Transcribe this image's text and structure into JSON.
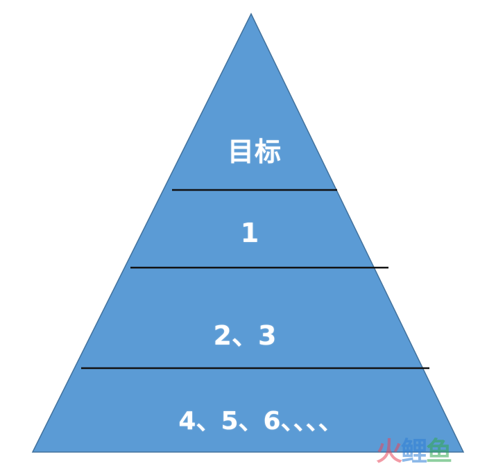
{
  "diagram": {
    "type": "pyramid",
    "fill_color": "#5b9bd5",
    "outline_color": "#41719c",
    "divider_color": "#111111",
    "levels": [
      {
        "label": "目标"
      },
      {
        "label": "1"
      },
      {
        "label": "2、3"
      },
      {
        "label": "4、5、6、、、、"
      }
    ]
  },
  "watermark": {
    "chars": [
      "火",
      "鲤",
      "鱼"
    ],
    "colors": [
      "#e8495d",
      "#2f7fd6",
      "#33a852"
    ]
  }
}
